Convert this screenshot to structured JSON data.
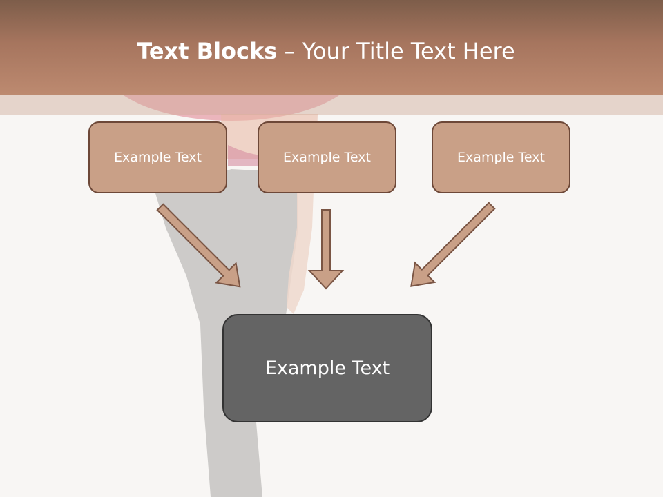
{
  "title": {
    "bold": "Text Blocks",
    "dash": " – ",
    "rest": "Your Title Text Here"
  },
  "blocks": [
    {
      "label": "Example Text"
    },
    {
      "label": "Example Text"
    },
    {
      "label": "Example Text"
    }
  ],
  "target": {
    "label": "Example Text"
  },
  "colors": {
    "header": "#a6755e",
    "small_box_fill": "#c9a087",
    "small_box_border": "#6d4838",
    "big_box_fill": "#646464",
    "arrow_fill": "#c9a087",
    "arrow_stroke": "#7a5544"
  }
}
